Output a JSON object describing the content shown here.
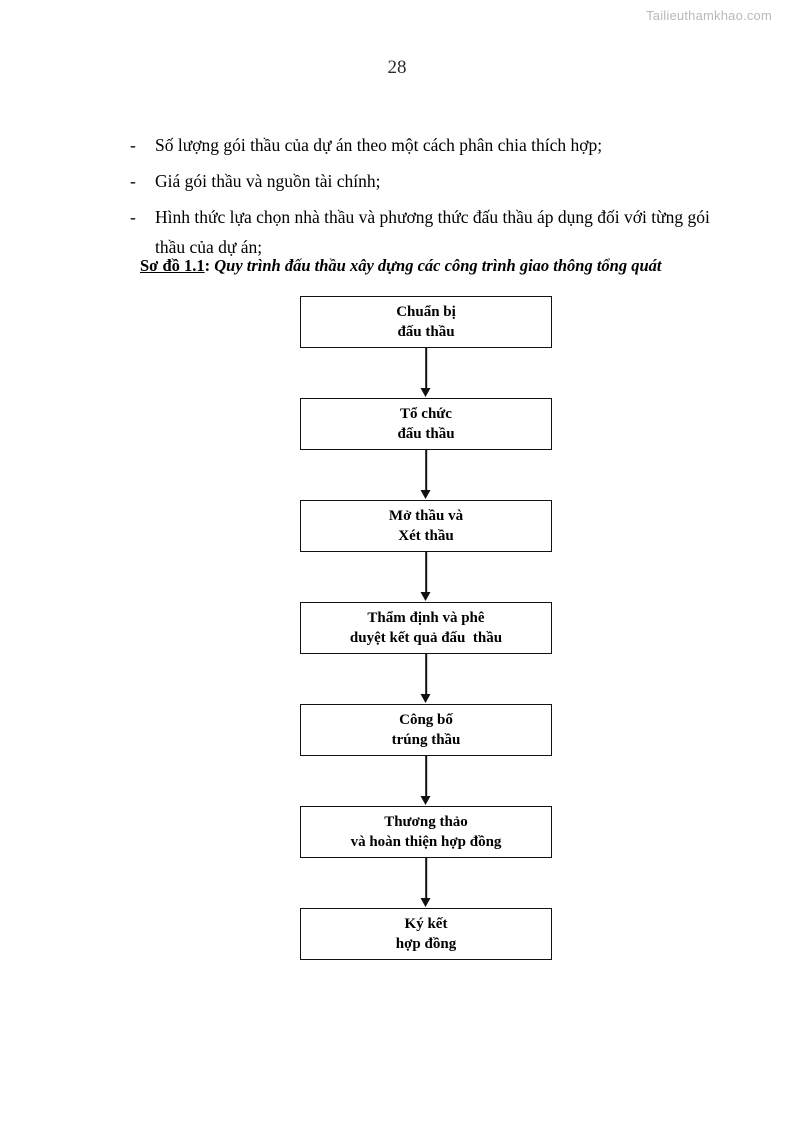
{
  "watermark": "Tailieuthamkhao.com",
  "page_number": "28",
  "bullets": [
    {
      "marker": "-",
      "text": "Số lượng gói thầu của dự án theo một cách phân chia thích hợp;"
    },
    {
      "marker": "-",
      "text": "Giá gói thầu và nguồn tài chính;"
    },
    {
      "marker": "-",
      "text": "Hình thức lựa chọn nhà thầu và phương thức đấu thầu áp dụng đối với từng gói thầu của dự án;"
    }
  ],
  "caption": {
    "label": "Sơ đồ 1.1",
    "separator": ":",
    "title": "Quy trình đấu thầu xây dựng các công trình giao thông tổng quát"
  },
  "flowchart": {
    "orientation": "vertical",
    "connector": "down-arrow",
    "boxes": [
      {
        "line1": "Chuẩn bị",
        "line2": "đấu thầu"
      },
      {
        "line1": "Tổ chức",
        "line2": "đấu thầu"
      },
      {
        "line1": "Mở thầu và",
        "line2": "Xét thầu"
      },
      {
        "line1": "Thẩm định và phê",
        "line2": "duyệt kết quả đấu  thầu"
      },
      {
        "line1": "Công bố",
        "line2": "trúng thầu"
      },
      {
        "line1": "Thương thảo",
        "line2": "và hoàn thiện hợp đồng"
      },
      {
        "line1": "Ký kết",
        "line2": "hợp đồng"
      }
    ]
  }
}
